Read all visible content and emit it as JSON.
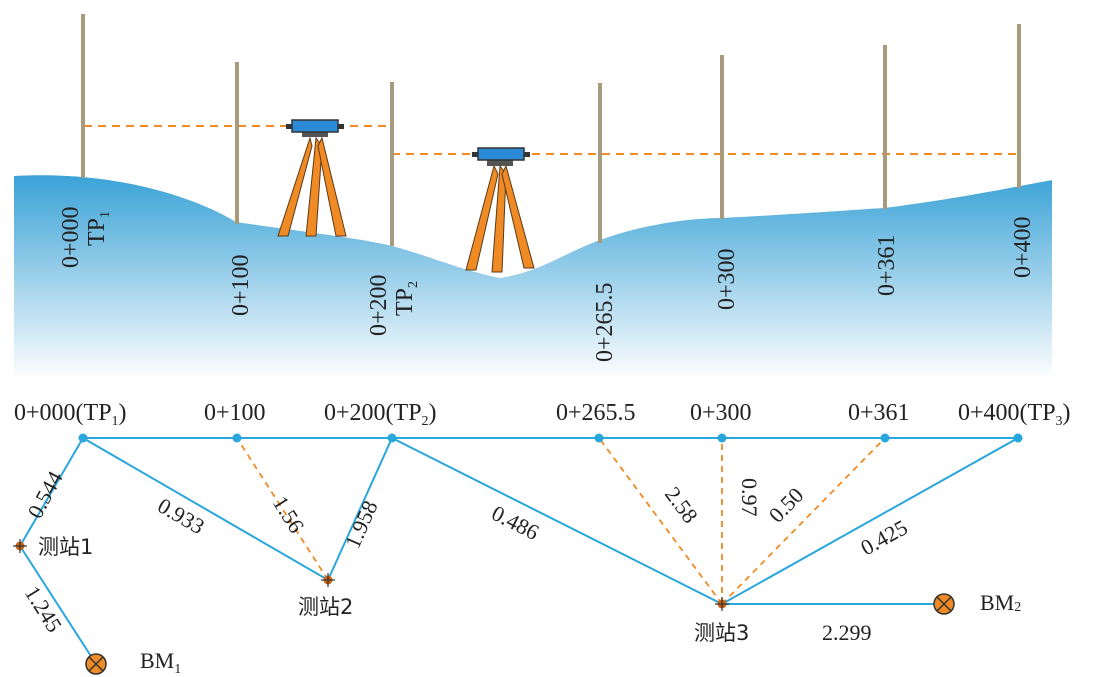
{
  "colors": {
    "ground_top": "#3aa2d6",
    "ground_bottom": "#ffffff",
    "staff": "#a89a7c",
    "sight_line": "#f08a24",
    "instrument_body": "#2a8ad6",
    "tripod": "#f08a24",
    "survey_line": "#29a6dc",
    "hidden_line": "#f08a24",
    "station_mark": "#c86414",
    "benchmark_fill": "#f08a24"
  },
  "profile": {
    "stakes": [
      {
        "label": "0+000",
        "tp": "TP",
        "tp_sub": "1"
      },
      {
        "label": "0+100",
        "tp": "",
        "tp_sub": ""
      },
      {
        "label": "0+200",
        "tp": "TP",
        "tp_sub": "2"
      },
      {
        "label": "0+265.5",
        "tp": "",
        "tp_sub": ""
      },
      {
        "label": "0+300",
        "tp": "",
        "tp_sub": ""
      },
      {
        "label": "0+361",
        "tp": "",
        "tp_sub": ""
      },
      {
        "label": "0+400",
        "tp": "",
        "tp_sub": ""
      }
    ]
  },
  "plan": {
    "points": [
      {
        "label": "0+000(TP",
        "sub": "1",
        "close": ")"
      },
      {
        "label": "0+100",
        "sub": "",
        "close": ""
      },
      {
        "label": "0+200(TP",
        "sub": "2",
        "close": ")"
      },
      {
        "label": "0+265.5",
        "sub": "",
        "close": ""
      },
      {
        "label": "0+300",
        "sub": "",
        "close": ""
      },
      {
        "label": "0+361",
        "sub": "",
        "close": ""
      },
      {
        "label": "0+400(TP",
        "sub": "3",
        "close": ")"
      }
    ],
    "stations": [
      {
        "label": "测站1"
      },
      {
        "label": "测站2"
      },
      {
        "label": "测站3"
      }
    ],
    "benchmarks": [
      {
        "label": "BM",
        "sub": "1"
      },
      {
        "label": "BM",
        "sub": "2"
      }
    ],
    "readings": [
      {
        "value": "0.544"
      },
      {
        "value": "1.245"
      },
      {
        "value": "0.933"
      },
      {
        "value": "1.56"
      },
      {
        "value": "1.958"
      },
      {
        "value": "0.486"
      },
      {
        "value": "2.58"
      },
      {
        "value": "0.97"
      },
      {
        "value": "0.50"
      },
      {
        "value": "0.425"
      },
      {
        "value": "2.299"
      }
    ]
  }
}
